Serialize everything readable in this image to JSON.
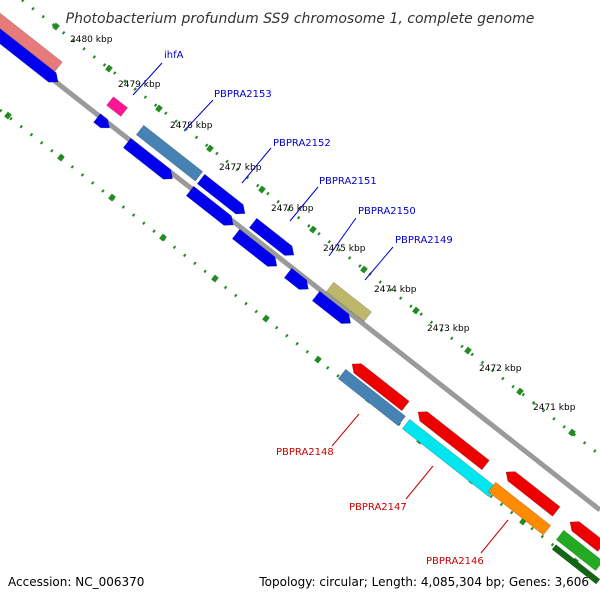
{
  "title": "Photobacterium profundum SS9 chromosome 1, complete genome",
  "footer": {
    "accession": "Accession: NC_006370",
    "summary": "Topology: circular; Length: 4,085,304 bp; Genes: 3,606"
  },
  "colors": {
    "backbone": "#808080",
    "ruler_ticks": "#228b22",
    "forward_label": "#0000cc",
    "reverse_label": "#cc0000",
    "forward_cds": "#0000ee",
    "reverse_cds": "#ee0000",
    "trna": "#ff1493",
    "unknown_function": "#4682b4",
    "gene_salmon": "#e87a7a",
    "gene_khaki": "#bdb76b",
    "gene_cyan": "#00e5ee",
    "gene_orange": "#ff8c00",
    "gene_green": "#22aa22"
  },
  "kbp_labels": [
    "2480 kbp",
    "2479 kbp",
    "2478 kbp",
    "2477 kbp",
    "2476 kbp",
    "2475 kbp",
    "2474 kbp",
    "2473 kbp",
    "2472 kbp",
    "2471 kbp"
  ],
  "forward_genes": [
    "ihfA",
    "PBPRA2153",
    "PBPRA2152",
    "PBPRA2151",
    "PBPRA2150",
    "PBPRA2149"
  ],
  "reverse_genes": [
    "PBPRA2148",
    "PBPRA2147",
    "PBPRA2146"
  ]
}
